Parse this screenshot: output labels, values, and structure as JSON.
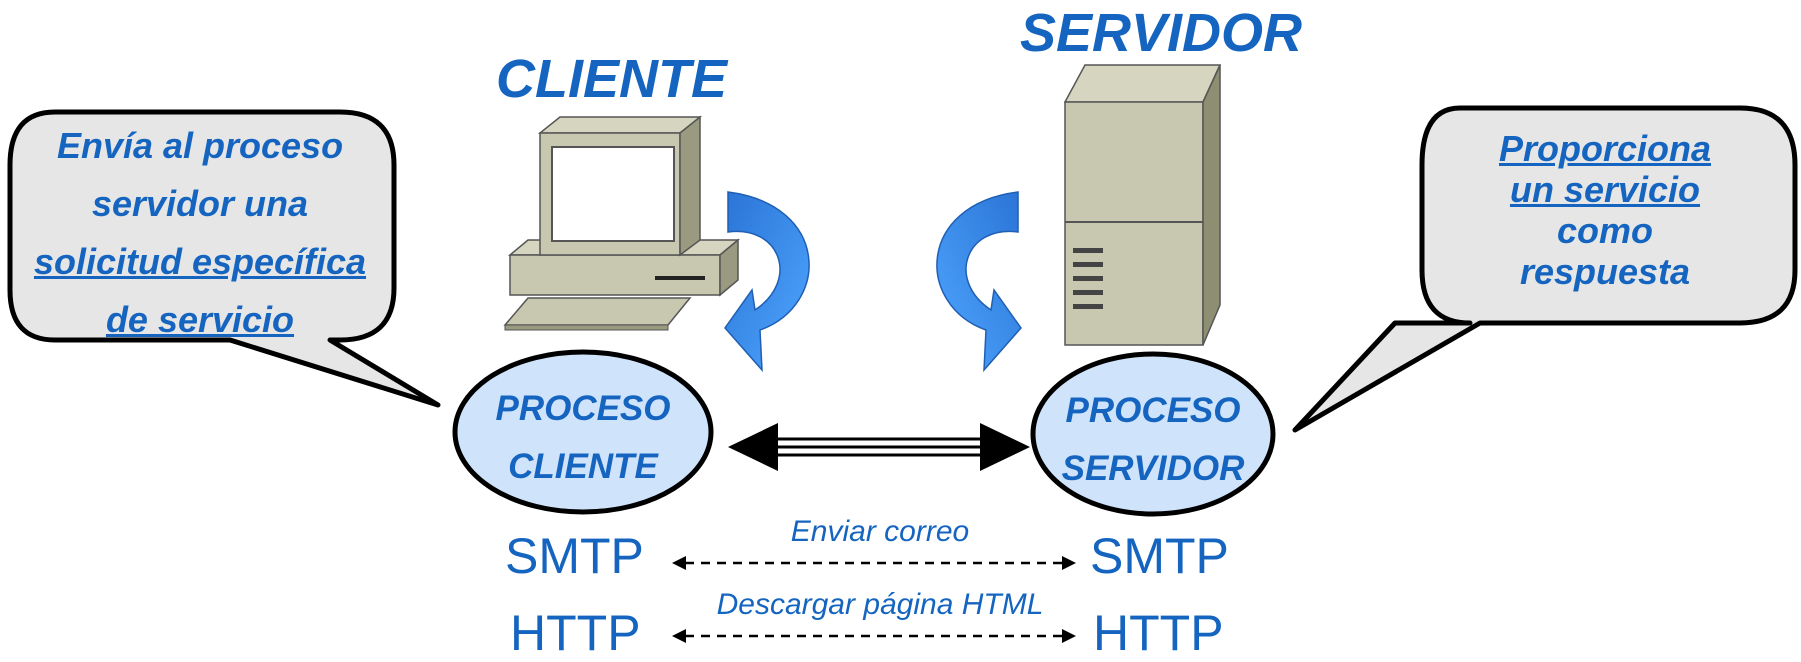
{
  "titles": {
    "client": "CLIENTE",
    "server": "SERVIDOR"
  },
  "left_bubble": {
    "line1": "Envía al proceso",
    "line2": "servidor una",
    "line3": "solicitud específica",
    "line4": "de servicio"
  },
  "right_bubble": {
    "line1": "Proporciona",
    "line2": "un servicio",
    "line3": "como",
    "line4": "respuesta"
  },
  "process_client": {
    "line1": "PROCESO",
    "line2": "CLIENTE"
  },
  "process_server": {
    "line1": "PROCESO",
    "line2": "SERVIDOR"
  },
  "protocols": [
    {
      "client": "SMTP",
      "server": "SMTP",
      "message": "Enviar correo"
    },
    {
      "client": "HTTP",
      "server": "HTTP",
      "message": "Descargar página HTML"
    }
  ],
  "icons": {
    "client_machine": "desktop-computer-icon",
    "server_machine": "tower-server-icon"
  },
  "colors": {
    "text": "#1565c0",
    "ellipse_fill": "#cfe3fb",
    "bubble_fill": "#e6e6e6",
    "arrow_blue": "#3b8fe6",
    "machine": "#c8c8b0"
  }
}
